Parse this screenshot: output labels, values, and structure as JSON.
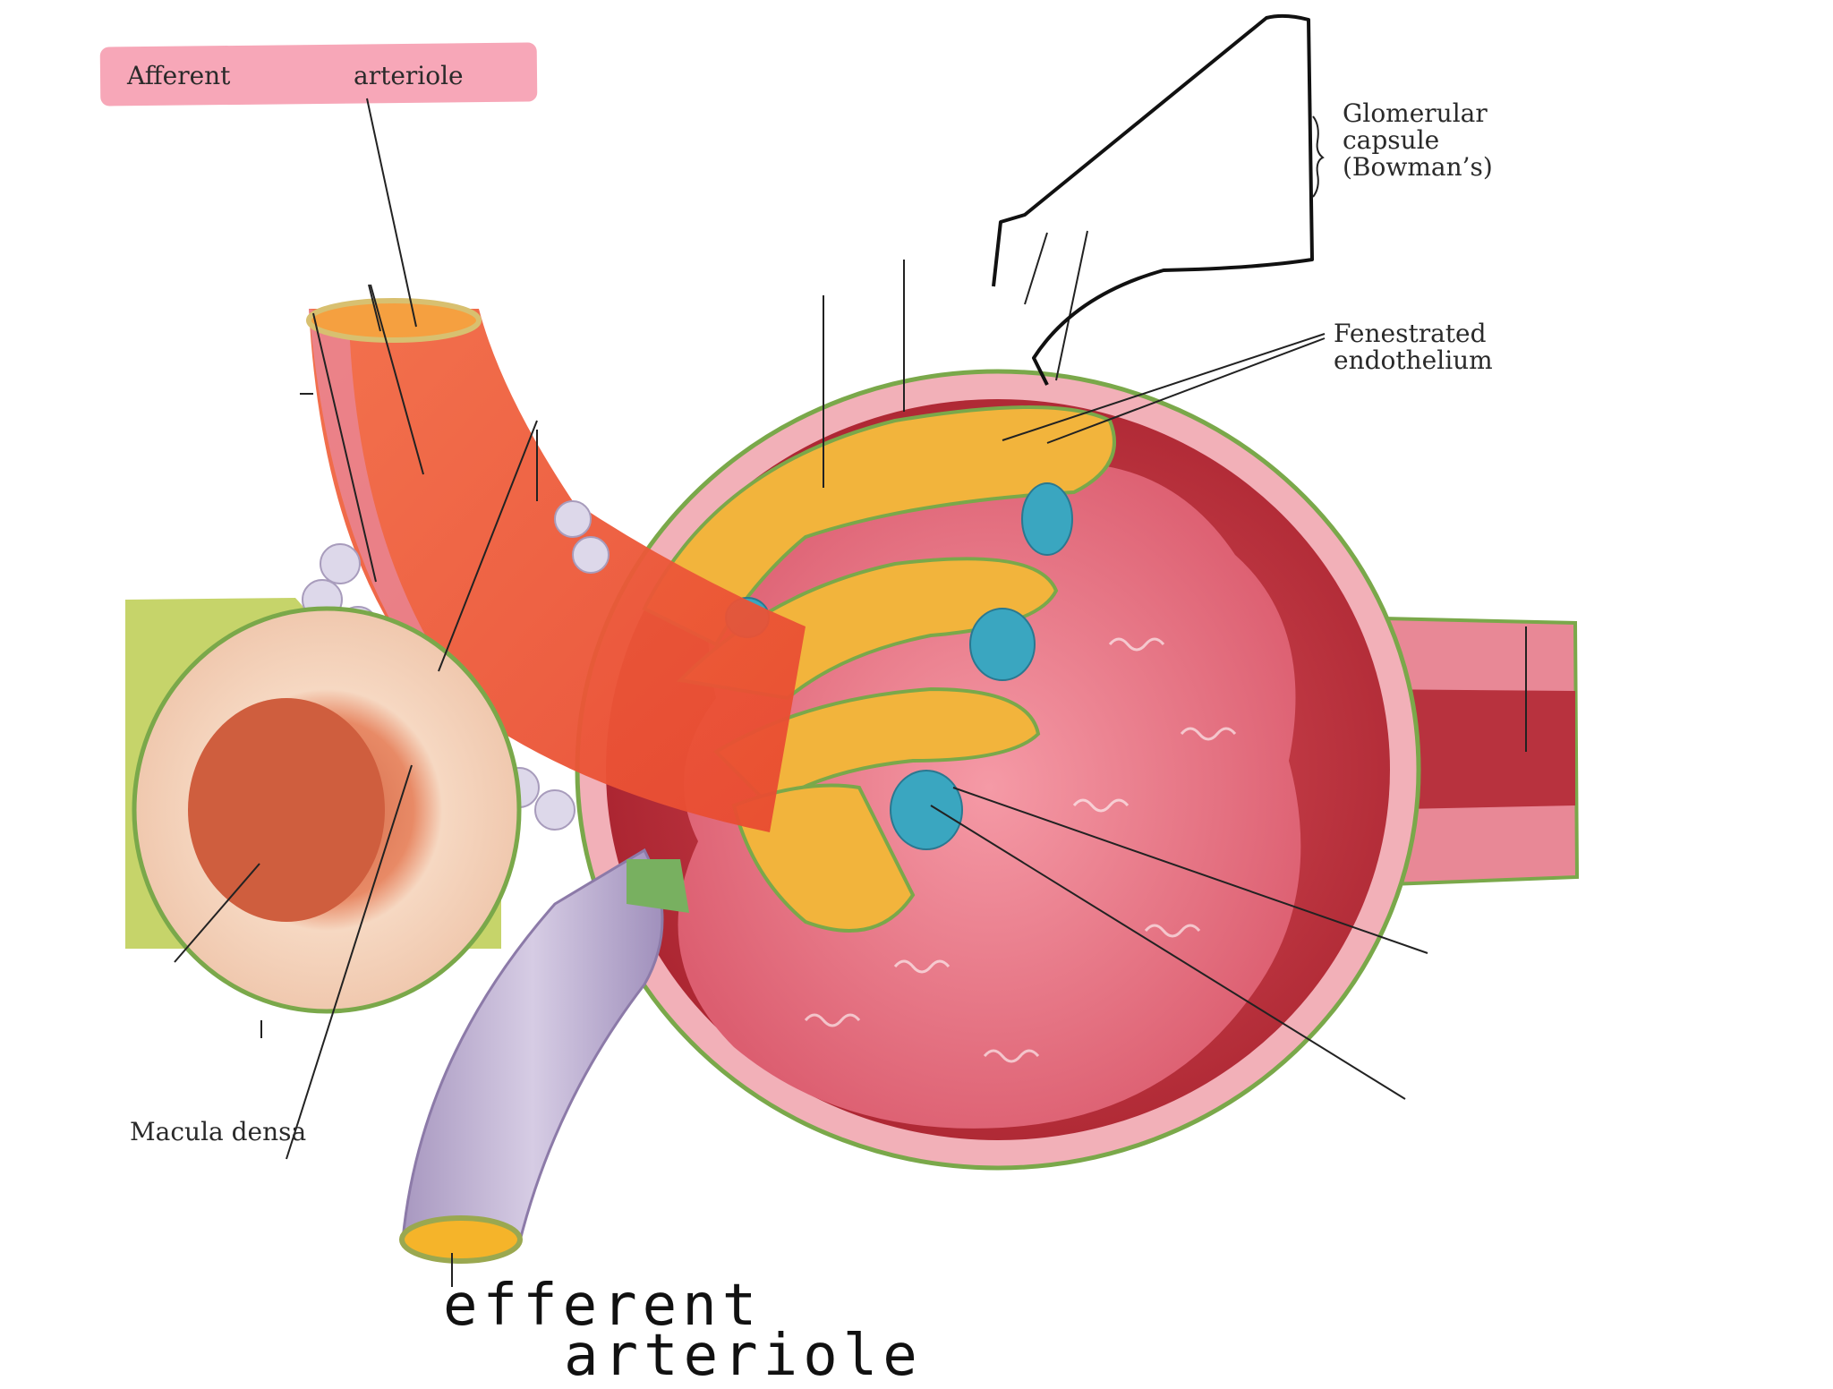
{
  "labels": {
    "afferent_word": "Afferent",
    "arteriole_word": "arteriole",
    "glomerular_capsule": [
      "Glomerular",
      "capsule",
      "(Bowman’s)"
    ],
    "fenestrated_endothelium": [
      "Fenestrated",
      "endothelium"
    ],
    "macula_densa": "Macula densa"
  },
  "handwritten": {
    "line1": "efferent",
    "line2": "arteriole"
  },
  "colors": {
    "highlight": "#f48aa0",
    "capsule_outline": "#7aa84a",
    "capsule_fill": "#c4303c",
    "glomerulus": "#e4707e",
    "afferent_vessel": "#ef5a3a",
    "efferent_vessel": "#b8a8cc",
    "podocyte_yellow": "#f2b43c",
    "mesangial_blue": "#3aa6c0",
    "tubule_fill": "#f5d0b8",
    "ink": "#111111"
  }
}
